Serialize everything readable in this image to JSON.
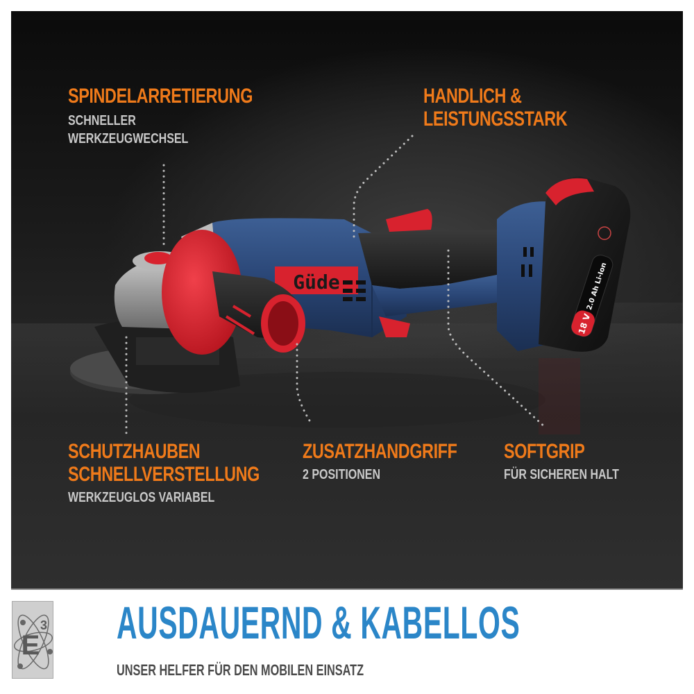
{
  "callouts": {
    "spindle": {
      "title": "SPINDELARRETIERUNG",
      "lines": [
        "SCHNELLER",
        "WERKZEUGWECHSEL"
      ]
    },
    "handy": {
      "title_lines": [
        "HANDLICH &",
        "LEISTUNGSSTARK"
      ]
    },
    "guard": {
      "title_lines": [
        "SCHUTZHAUBEN",
        "SCHNELLVERSTELLUNG"
      ],
      "sub": "WERKZEUGLOS VARIABEL"
    },
    "handle": {
      "title": "ZUSATZHANDGRIFF",
      "sub": "2 POSITIONEN"
    },
    "softgrip": {
      "title": "SOFTGRIP",
      "sub": "FÜR SICHEREN HALT"
    }
  },
  "product": {
    "brand_label": "Güde",
    "battery_voltage": "18 V",
    "battery_capacity": "2.0 Ah Li-Ion"
  },
  "footer": {
    "logo_letter": "E",
    "logo_superscript": "3",
    "headline": "AUSDAUERND & KABELLOS",
    "subline": "UNSER HELFER FÜR DEN MOBILEN EINSATZ"
  },
  "colors": {
    "accent_orange": "#ef7a1a",
    "headline_blue": "#2b86c8",
    "tool_blue": "#2c4c7c",
    "tool_red": "#d8222e",
    "background_dark": "#1e1e1e"
  }
}
